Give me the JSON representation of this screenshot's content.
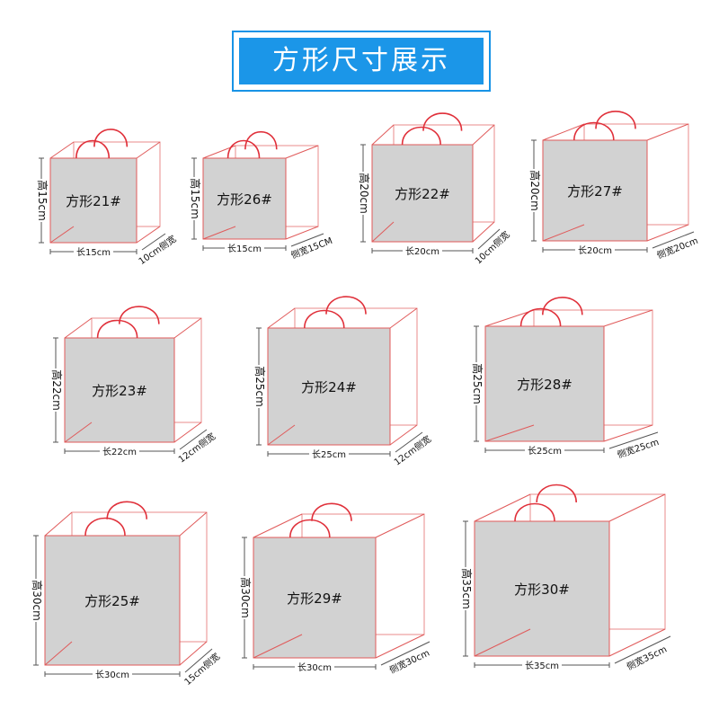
{
  "title": "方形尺寸展示",
  "colors": {
    "title_bg": "#1b96e8",
    "box_line": "#e05a5a",
    "handle": "#e0303a",
    "front_fill": "#d2d2d2",
    "dim_line": "#555555"
  },
  "bags": [
    {
      "name": "方形21#",
      "height_label": "高15cm",
      "length_label": "长15cm",
      "side_label": "10cm侧宽",
      "height_cm": 15,
      "length_cm": 15,
      "side_cm": 10
    },
    {
      "name": "方形26#",
      "height_label": "高15cm",
      "length_label": "长15cm",
      "side_label": "侧宽15CM",
      "height_cm": 15,
      "length_cm": 15,
      "side_cm": 15
    },
    {
      "name": "方形22#",
      "height_label": "高20cm",
      "length_label": "长20cm",
      "side_label": "10cm侧宽",
      "height_cm": 20,
      "length_cm": 20,
      "side_cm": 10
    },
    {
      "name": "方形27#",
      "height_label": "高20cm",
      "length_label": "长20cm",
      "side_label": "侧宽20cm",
      "height_cm": 20,
      "length_cm": 20,
      "side_cm": 20
    },
    {
      "name": "方形23#",
      "height_label": "高22cm",
      "length_label": "长22cm",
      "side_label": "12cm侧宽",
      "height_cm": 22,
      "length_cm": 22,
      "side_cm": 12
    },
    {
      "name": "方形24#",
      "height_label": "高25cm",
      "length_label": "长25cm",
      "side_label": "12cm侧宽",
      "height_cm": 25,
      "length_cm": 25,
      "side_cm": 12
    },
    {
      "name": "方形28#",
      "height_label": "高25cm",
      "length_label": "长25cm",
      "side_label": "侧宽25cm",
      "height_cm": 25,
      "length_cm": 25,
      "side_cm": 25
    },
    {
      "name": "方形25#",
      "height_label": "高30cm",
      "length_label": "长30cm",
      "side_label": "15cm侧宽",
      "height_cm": 30,
      "length_cm": 30,
      "side_cm": 15
    },
    {
      "name": "方形29#",
      "height_label": "高30cm",
      "length_label": "长30cm",
      "side_label": "侧宽30cm",
      "height_cm": 30,
      "length_cm": 30,
      "side_cm": 30
    },
    {
      "name": "方形30#",
      "height_label": "高35cm",
      "length_label": "长35cm",
      "side_label": "侧宽35cm",
      "height_cm": 35,
      "length_cm": 35,
      "side_cm": 35
    }
  ]
}
